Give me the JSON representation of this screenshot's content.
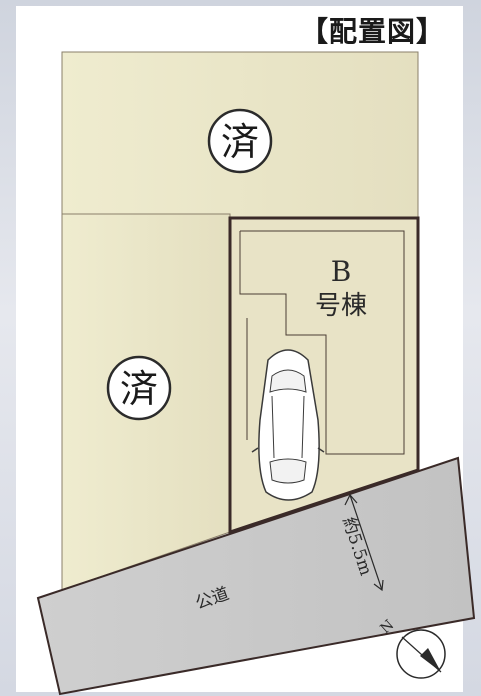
{
  "title": "【配置図】",
  "lots": {
    "sold_upper_label": "済",
    "sold_lower_label": "済"
  },
  "building": {
    "line1": "B",
    "line2": "号棟"
  },
  "road": {
    "label": "公道",
    "width_label": "約5.5m"
  },
  "compass": {
    "letter": "N"
  },
  "colors": {
    "sold_lot": "#ebe7cd",
    "building_lot": "#e7e2c5",
    "road": "#c9c9c9",
    "outline": "#3a2a28"
  }
}
